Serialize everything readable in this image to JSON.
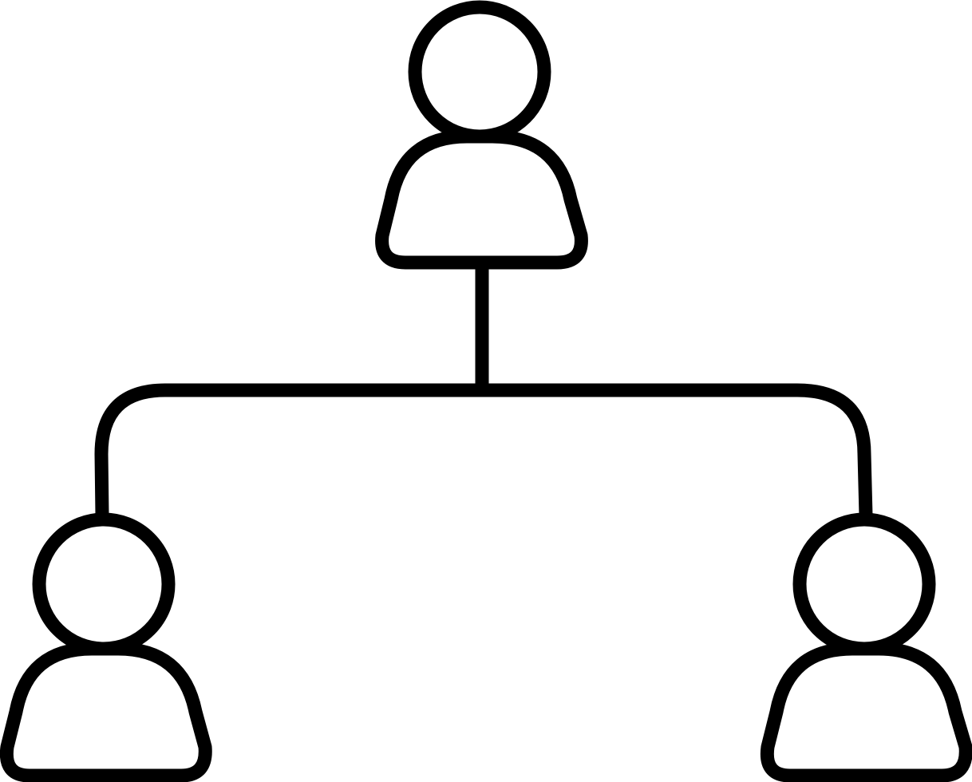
{
  "diagram": {
    "type": "hierarchy",
    "nodes": [
      {
        "id": "top",
        "icon": "person-icon",
        "role": "parent"
      },
      {
        "id": "bottom-left",
        "icon": "person-icon",
        "role": "child"
      },
      {
        "id": "bottom-right",
        "icon": "person-icon",
        "role": "child"
      }
    ],
    "edges": [
      {
        "from": "top",
        "to": "bottom-left"
      },
      {
        "from": "top",
        "to": "bottom-right"
      }
    ],
    "colors": {
      "stroke": "#000000",
      "background": "#ffffff"
    }
  }
}
